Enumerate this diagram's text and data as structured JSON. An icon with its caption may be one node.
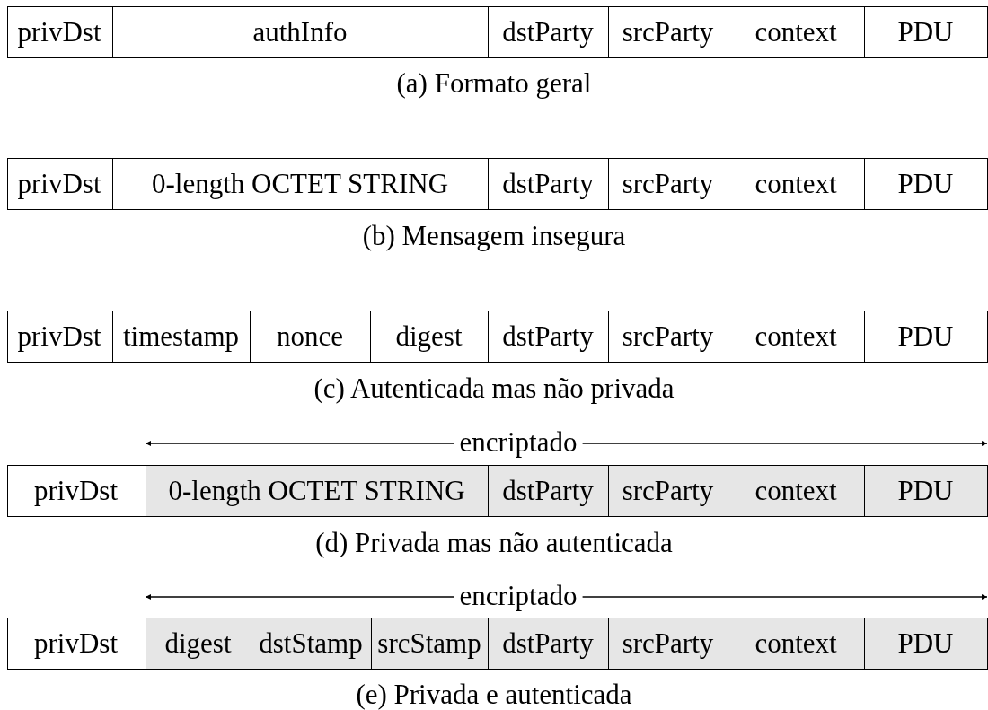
{
  "diagram": {
    "nodes": [
      {
        "text": [],
        "shape": "bar",
        "beside": [
          "(a) Formato geral"
        ]
      },
      {
        "text": [
          "privDst"
        ],
        "in": 0
      },
      {
        "text": [
          "authInfo"
        ],
        "in": 0
      },
      {
        "text": [
          "dstParty"
        ],
        "in": 0
      },
      {
        "text": [
          "srcParty"
        ],
        "in": 0
      },
      {
        "text": [
          "context"
        ],
        "in": 0
      },
      {
        "text": [
          "PDU"
        ],
        "in": 0
      },
      {
        "text": [],
        "shape": "bar",
        "beside": [
          "(b) Mensagem insegura"
        ]
      },
      {
        "text": [
          "privDst"
        ],
        "in": 7
      },
      {
        "text": [
          "0-length OCTET STRING"
        ],
        "in": 7
      },
      {
        "text": [
          "dstParty"
        ],
        "in": 7
      },
      {
        "text": [
          "srcParty"
        ],
        "in": 7
      },
      {
        "text": [
          "context"
        ],
        "in": 7
      },
      {
        "text": [
          "PDU"
        ],
        "in": 7
      },
      {
        "text": [],
        "shape": "bar",
        "beside": [
          "(c) Autenticada mas não privada"
        ]
      },
      {
        "text": [
          "privDst"
        ],
        "in": 14
      },
      {
        "text": [
          "timestamp"
        ],
        "in": 14
      },
      {
        "text": [
          "nonce"
        ],
        "in": 14
      },
      {
        "text": [
          "digest"
        ],
        "in": 14
      },
      {
        "text": [
          "dstParty"
        ],
        "in": 14
      },
      {
        "text": [
          "srcParty"
        ],
        "in": 14
      },
      {
        "text": [
          "context"
        ],
        "in": 14
      },
      {
        "text": [
          "PDU"
        ],
        "in": 14
      },
      {
        "text": [],
        "shape": "bar",
        "beside": [
          "(d) Privada mas não autenticada"
        ]
      },
      {
        "text": [
          "privDst"
        ],
        "in": 23
      },
      {
        "text": [
          "0-length OCTET STRING"
        ],
        "in": 23
      },
      {
        "text": [
          "dstParty"
        ],
        "in": 23
      },
      {
        "text": [
          "srcParty"
        ],
        "in": 23
      },
      {
        "text": [
          "context"
        ],
        "in": 23
      },
      {
        "text": [
          "PDU"
        ],
        "in": 23
      },
      {
        "text": [],
        "shape": "bar",
        "beside": [
          "(e) Privada e autenticada"
        ]
      },
      {
        "text": [
          "privDst"
        ],
        "in": 30
      },
      {
        "text": [
          "digest"
        ],
        "in": 30
      },
      {
        "text": [
          "dstStamp"
        ],
        "in": 30
      },
      {
        "text": [
          "srcStamp"
        ],
        "in": 30
      },
      {
        "text": [
          "dstParty"
        ],
        "in": 30
      },
      {
        "text": [
          "srcParty"
        ],
        "in": 30
      },
      {
        "text": [
          "context"
        ],
        "in": 30
      },
      {
        "text": [
          "PDU"
        ],
        "in": 30
      }
    ],
    "labels": [
      "encriptado",
      "encriptado"
    ]
  }
}
